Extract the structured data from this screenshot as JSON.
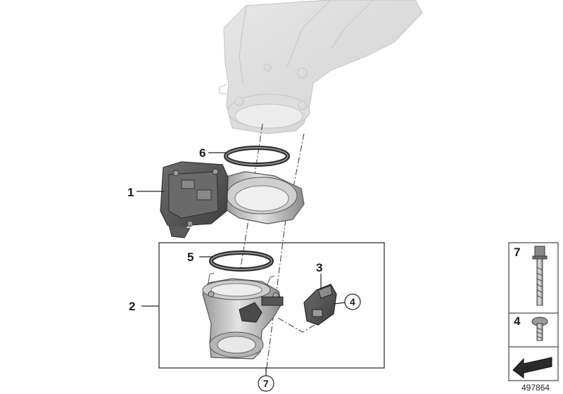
{
  "diagram": {
    "callouts": {
      "c1": "1",
      "c2": "2",
      "c3": "3",
      "c4": "4",
      "c5": "5",
      "c6": "6",
      "c7": "7"
    },
    "legend": {
      "item_7": "7",
      "item_4": "4"
    },
    "diagram_number": "497864"
  }
}
